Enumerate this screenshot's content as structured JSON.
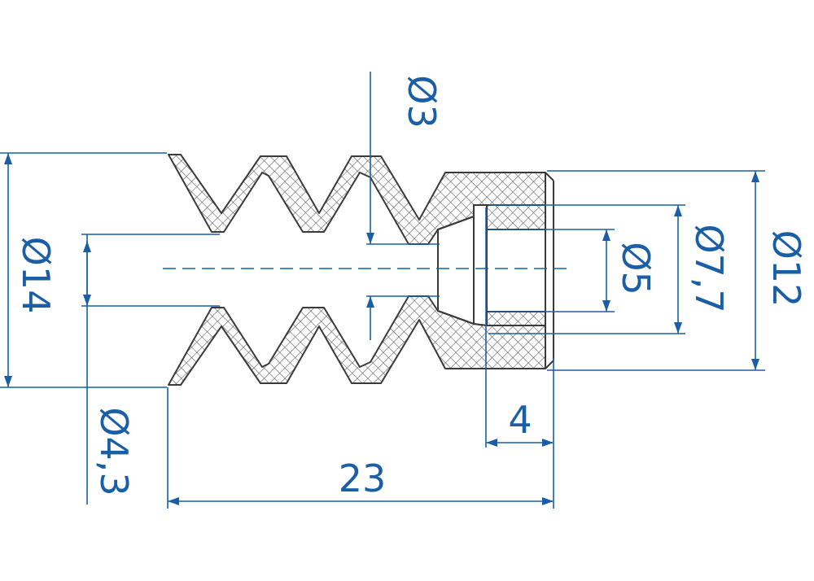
{
  "colors": {
    "dimension": "#1a5fa6",
    "outline": "#3a3a3a",
    "hatch": "#555555",
    "background": "#ffffff"
  },
  "dimensions": {
    "d_3": "Ø3",
    "d_14": "Ø14",
    "d_4_3": "Ø4,3",
    "d_5": "Ø5",
    "d_7_7": "Ø7,7",
    "d_12": "Ø12",
    "len_4": "4",
    "len_23": "23"
  }
}
